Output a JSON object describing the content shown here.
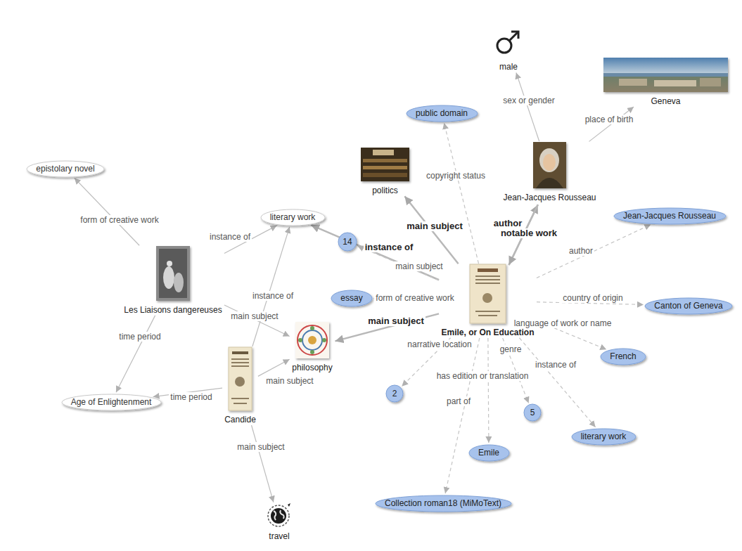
{
  "diagram": {
    "nodes": [
      {
        "text": [
          "male"
        ]
      },
      {
        "text": [
          "Geneva"
        ]
      },
      {
        "text": [
          "public domain"
        ]
      },
      {
        "text": [
          "politics"
        ]
      },
      {
        "text": [
          "Jean-Jacques Rousseau"
        ]
      },
      {
        "text": [
          "epistolary novel"
        ]
      },
      {
        "text": [
          "Jean-Jacques Rousseau"
        ]
      },
      {
        "text": [
          "literary work"
        ]
      },
      {
        "text": [
          "14"
        ]
      },
      {
        "text": [
          "Les Liaisons dangereuses"
        ]
      },
      {
        "text": [
          "essay"
        ]
      },
      {
        "text": [
          "Emile, or On Education"
        ]
      },
      {
        "text": [
          "Canton of Geneva"
        ]
      },
      {
        "text": [
          "philosophy"
        ]
      },
      {
        "text": [
          "Candide"
        ]
      },
      {
        "text": [
          "French"
        ]
      },
      {
        "text": [
          "2"
        ]
      },
      {
        "text": [
          "Age of Enlightenment"
        ]
      },
      {
        "text": [
          "5"
        ]
      },
      {
        "text": [
          "literary work"
        ]
      },
      {
        "text": [
          "Emile"
        ]
      },
      {
        "text": [
          "Collection roman18 (MiMoText)"
        ]
      },
      {
        "text": [
          "travel"
        ]
      }
    ],
    "edges": [
      {
        "from": 4,
        "to": 0,
        "label": "sex or gender",
        "arrow": "to"
      },
      {
        "from": 4,
        "to": 1,
        "label": "place of birth",
        "arrow": "to"
      },
      {
        "from": 11,
        "to": 2,
        "label": "copyright status",
        "arrow": "to"
      },
      {
        "from": 11,
        "to": 3,
        "label": "main subject",
        "arrow": "to"
      },
      {
        "from": 11,
        "to": 4,
        "label": "author",
        "arrow": "to"
      },
      {
        "from": 4,
        "to": 11,
        "label": "notable work",
        "arrow": "to"
      },
      {
        "from": 11,
        "to": 6,
        "label": "author",
        "arrow": "to"
      },
      {
        "from": 11,
        "to": 7,
        "label": "instance of",
        "arrow": "to"
      },
      {
        "from": 11,
        "to": 8,
        "label": "main subject",
        "arrow": "to"
      },
      {
        "from": 11,
        "to": 10,
        "label": "form of creative work",
        "arrow": "to"
      },
      {
        "from": 11,
        "to": 13,
        "label": "main subject",
        "arrow": "to"
      },
      {
        "from": 11,
        "to": 12,
        "label": "country of origin",
        "arrow": "to"
      },
      {
        "from": 11,
        "to": 15,
        "label": "language of work or name",
        "arrow": "to"
      },
      {
        "from": 11,
        "to": 16,
        "label": "narrative location",
        "arrow": "to"
      },
      {
        "from": 11,
        "to": 20,
        "label": "has edition or translation",
        "arrow": "to"
      },
      {
        "from": 11,
        "to": 18,
        "label": "genre",
        "arrow": "to"
      },
      {
        "from": 11,
        "to": 19,
        "label": "instance of",
        "arrow": "to"
      },
      {
        "from": 11,
        "to": 21,
        "label": "part of",
        "arrow": "to"
      },
      {
        "from": 9,
        "to": 5,
        "label": "form of creative work",
        "arrow": "to"
      },
      {
        "from": 9,
        "to": 7,
        "label": "instance of",
        "arrow": "to"
      },
      {
        "from": 9,
        "to": 13,
        "label": "main subject",
        "arrow": "to"
      },
      {
        "from": 9,
        "to": 17,
        "label": "time period",
        "arrow": "to"
      },
      {
        "from": 14,
        "to": 7,
        "label": "instance of",
        "arrow": "to"
      },
      {
        "from": 14,
        "to": 17,
        "label": "time period",
        "arrow": "to"
      },
      {
        "from": 14,
        "to": 13,
        "label": "main subject",
        "arrow": "to"
      },
      {
        "from": 14,
        "to": 22,
        "label": "main subject",
        "arrow": "to"
      }
    ]
  }
}
